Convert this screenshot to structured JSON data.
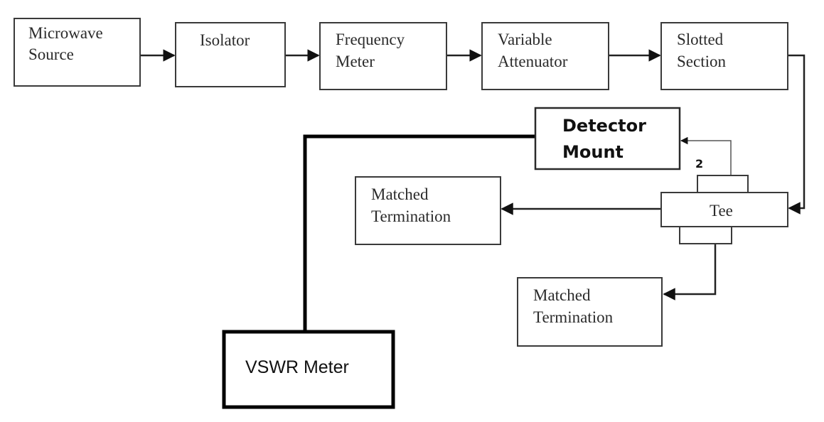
{
  "blocks": {
    "microwave_source": [
      "Microwave",
      "Source"
    ],
    "isolator": [
      "Isolator"
    ],
    "frequency_meter": [
      "Frequency",
      "Meter"
    ],
    "variable_attenuator": [
      "Variable",
      "Attenuator"
    ],
    "slotted_section": [
      "Slotted",
      "Section"
    ],
    "detector_mount": [
      "Detector",
      "Mount"
    ],
    "tee": [
      "Tee"
    ],
    "matched_termination_1": [
      "Matched",
      "Termination"
    ],
    "matched_termination_2": [
      "Matched",
      "Termination"
    ],
    "vswr_meter": [
      "VSWR Meter"
    ]
  },
  "port_label": "2",
  "colors": {
    "line": "#222222",
    "box_stroke": "#3a3a3a",
    "text": "#2b2b2b",
    "background": "#ffffff"
  }
}
